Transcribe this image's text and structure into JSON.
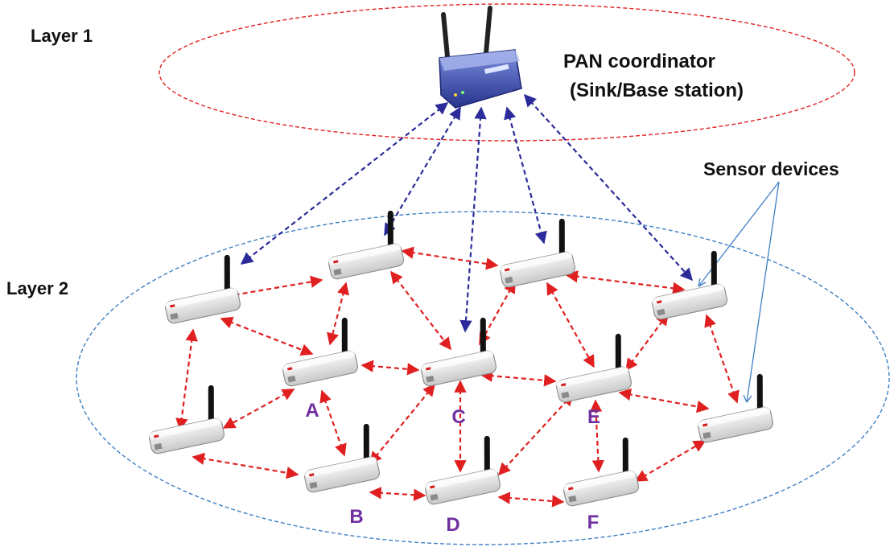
{
  "labels": {
    "layer1": "Layer 1",
    "layer2": "Layer 2",
    "coordinator_line1": "PAN coordinator",
    "coordinator_line2": "(Sink/Base station)",
    "sensor_devices": "Sensor devices"
  },
  "nodes": [
    {
      "id": "n1",
      "label": ""
    },
    {
      "id": "n2",
      "label": ""
    },
    {
      "id": "n3",
      "label": ""
    },
    {
      "id": "n4",
      "label": ""
    },
    {
      "id": "A",
      "label": "A"
    },
    {
      "id": "C",
      "label": "C"
    },
    {
      "id": "E",
      "label": "E"
    },
    {
      "id": "n8",
      "label": ""
    },
    {
      "id": "n9",
      "label": ""
    },
    {
      "id": "B",
      "label": "B"
    },
    {
      "id": "D",
      "label": "D"
    },
    {
      "id": "F",
      "label": "F"
    }
  ],
  "colors": {
    "layer1_ellipse": "#e02020",
    "layer2_ellipse": "#3f7fc4",
    "uplink_arrow": "#2b2b9a",
    "mesh_arrow": "#e02020",
    "node_label": "#7030a0",
    "text": "#111111",
    "router_body": "#3a4fb0"
  }
}
